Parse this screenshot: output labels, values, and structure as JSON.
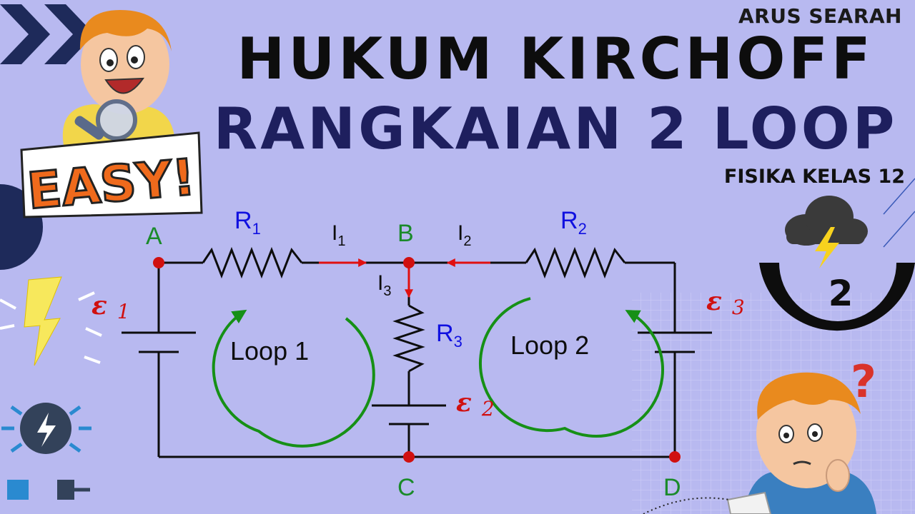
{
  "header": {
    "subject_top": "ARUS SEARAH",
    "title_line1": "HUKUM KIRCHOFF",
    "title_line2": "RANGKAIAN 2 LOOP",
    "subject_bottom": "FISIKA KELAS 12"
  },
  "badge": {
    "number": "2"
  },
  "sticker": {
    "text": "EASY!"
  },
  "question_mark": "?",
  "circuit": {
    "nodes": {
      "A": "A",
      "B": "B",
      "C": "C",
      "D": "D"
    },
    "resistors": {
      "r1": {
        "main": "R",
        "sub": "1"
      },
      "r2": {
        "main": "R",
        "sub": "2"
      },
      "r3": {
        "main": "R",
        "sub": "3"
      }
    },
    "currents": {
      "i1": {
        "main": "I",
        "sub": "1"
      },
      "i2": {
        "main": "I",
        "sub": "2"
      },
      "i3": {
        "main": "I",
        "sub": "3"
      }
    },
    "emfs": {
      "e1": {
        "symbol": "ε",
        "sub": "1"
      },
      "e2": {
        "symbol": "ε",
        "sub": "2"
      },
      "e3": {
        "symbol": "ε",
        "sub": "3"
      }
    },
    "loops": {
      "loop1": "Loop 1",
      "loop2": "Loop 2"
    }
  },
  "colors": {
    "background": "#b8b9f0",
    "title_dark": "#0d0d0d",
    "title_navy": "#1e1f5e",
    "node_label": "#1a8a2a",
    "resistor_label": "#1010e0",
    "current_arrow": "#e01010",
    "emf_label": "#d01010",
    "loop_arrow": "#169016"
  }
}
